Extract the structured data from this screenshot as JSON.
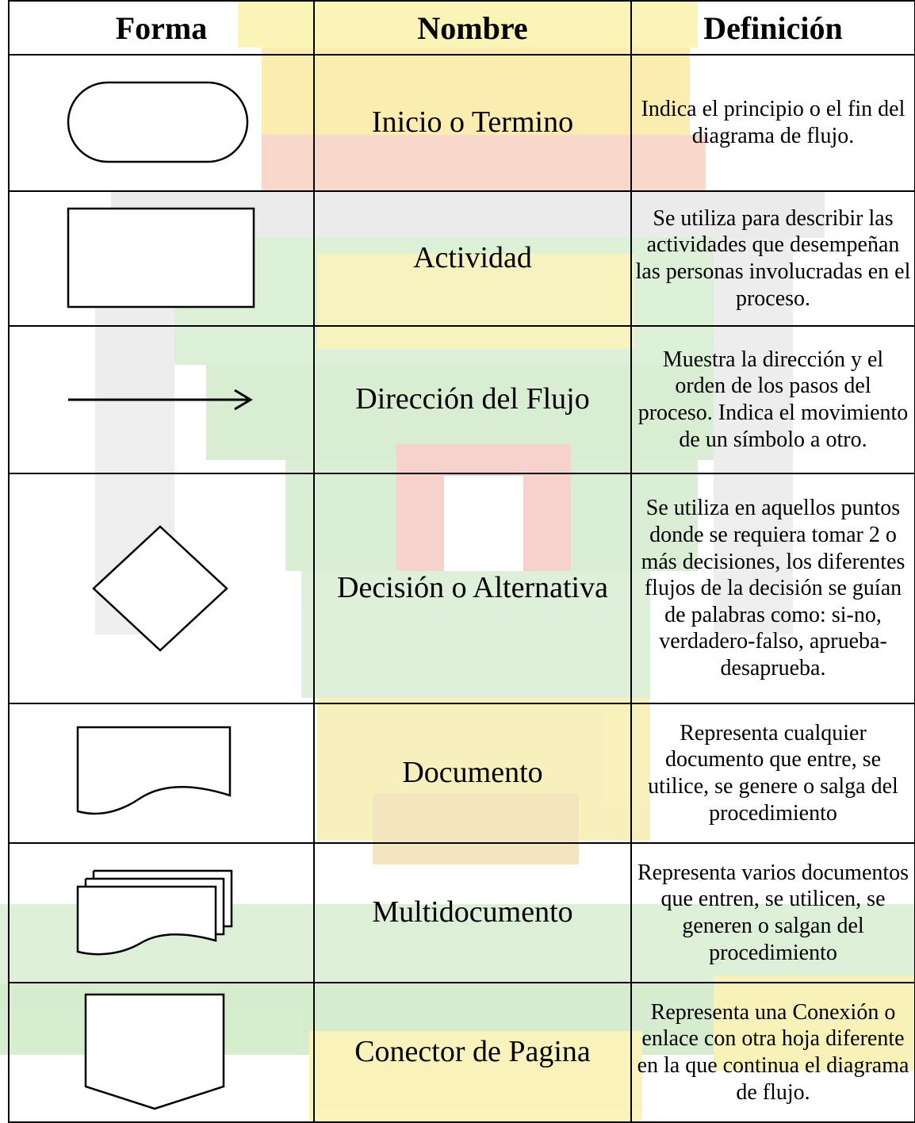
{
  "table": {
    "headers": {
      "forma": "Forma",
      "nombre": "Nombre",
      "definicion": "Definición"
    },
    "rows": [
      {
        "shape": "terminal-oval-icon",
        "nombre": "Inicio o Termino",
        "definicion": "Indica el principio o el fin del diagrama de flujo."
      },
      {
        "shape": "rectangle-icon",
        "nombre": "Actividad",
        "definicion": "Se utiliza para describir las actividades que desempeñan las personas involucradas en el proceso."
      },
      {
        "shape": "arrow-right-icon",
        "nombre": "Dirección del Flujo",
        "definicion": "Muestra la dirección y el orden de los pasos del proceso. Indica el movimiento de un símbolo a otro."
      },
      {
        "shape": "diamond-icon",
        "nombre": "Decisión o Alternativa",
        "definicion": "Se utiliza en aquellos puntos donde se requiera tomar 2 o más decisiones, los diferentes flujos de la decisión se guían de palabras como: si-no, verdadero-falso, aprueba-desaprueba."
      },
      {
        "shape": "document-icon",
        "nombre": "Documento",
        "definicion": "Representa cualquier documento que entre, se utilice, se genere o salga del procedimiento"
      },
      {
        "shape": "multidocument-icon",
        "nombre": "Multidocumento",
        "definicion": "Representa varios documentos que entren, se utilicen, se generen o salgan del procedimiento"
      },
      {
        "shape": "off-page-connector-icon",
        "nombre": "Conector de Pagina",
        "definicion": "Representa una Conexión o enlace con otra hoja diferente en la que continua el diagrama de flujo."
      }
    ]
  },
  "colors": {
    "watermark_green": "#cfeacb",
    "watermark_yellow": "#fbf6b5",
    "watermark_red": "#f6c9c4",
    "watermark_gray": "#e6e6e6"
  }
}
